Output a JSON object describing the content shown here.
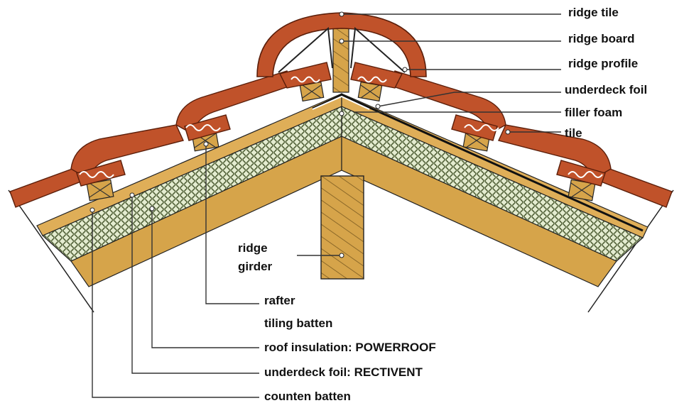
{
  "labels": {
    "ridge_tile": "ridge tile",
    "ridge_board": "ridge board",
    "ridge_profile": "ridge profile",
    "underdeck_foil_top": "underdeck foil",
    "filler_foam": "filler foam",
    "tile": "tile",
    "ridge_girder_line1": "ridge",
    "ridge_girder_line2": "girder",
    "rafter": "rafter",
    "tiling_batten": "tiling batten",
    "roof_insulation": "roof insulation:  POWERROOF",
    "underdeck_foil_bottom": "underdeck foil:  RECTIVENT",
    "counten_batten": "counten batten"
  },
  "colors": {
    "tile": "#c0522a",
    "tile_dark": "#8a2e12",
    "wood": "#d6a44a",
    "wood_dark": "#8a6a28",
    "insulation": "#e4ecd0",
    "outline": "#222222"
  }
}
